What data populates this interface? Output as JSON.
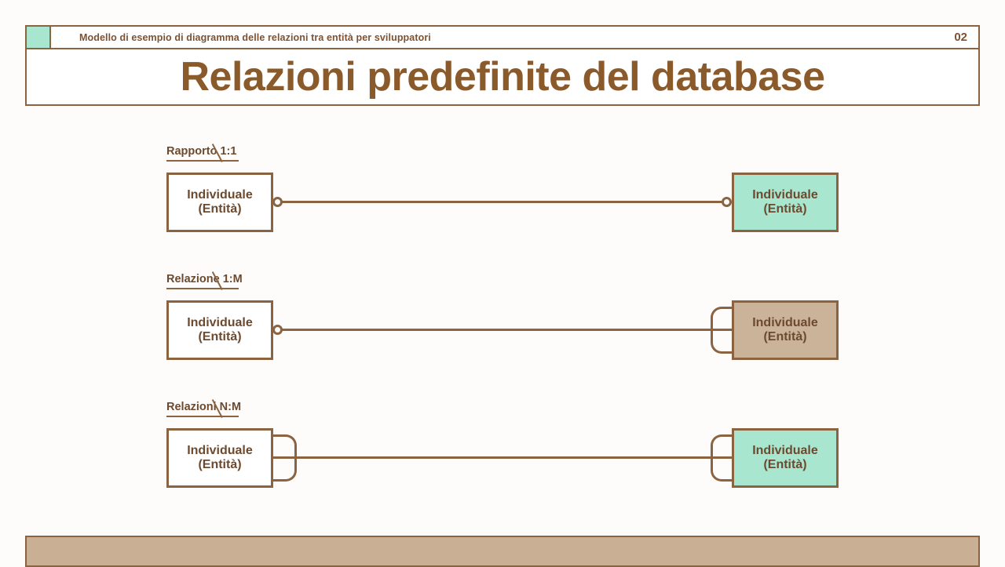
{
  "header": {
    "accent_color": "#a8e6cf",
    "title": "Modello di esempio di diagramma delle relazioni tra entità per sviluppatori",
    "page_number": "02"
  },
  "title_block": {
    "text": "Relazioni predefinite del database",
    "color": "#8b5a2b"
  },
  "diagram": {
    "rows": [
      {
        "label": "Rapporto 1:1",
        "left_entity": {
          "line1": "Individuale",
          "line2": "(Entità)",
          "fill": "#ffffff"
        },
        "right_entity": {
          "line1": "Individuale",
          "line2": "(Entità)",
          "fill": "#a8e6cf"
        },
        "left_connector": "circle",
        "right_connector": "circle"
      },
      {
        "label": "Relazione 1:M",
        "left_entity": {
          "line1": "Individuale",
          "line2": "(Entità)",
          "fill": "#ffffff"
        },
        "right_entity": {
          "line1": "Individuale",
          "line2": "(Entità)",
          "fill": "#cbb39a"
        },
        "left_connector": "circle",
        "right_connector": "crowfoot"
      },
      {
        "label": "Relazioni N:M",
        "left_entity": {
          "line1": "Individuale",
          "line2": "(Entità)",
          "fill": "#ffffff"
        },
        "right_entity": {
          "line1": "Individuale",
          "line2": "(Entità)",
          "fill": "#a8e6cf"
        },
        "left_connector": "crowfoot",
        "right_connector": "crowfoot"
      }
    ]
  },
  "footer": {
    "fill": "#c9b094"
  },
  "theme": {
    "brown": "#8b6340",
    "text_brown": "#6b4a2f",
    "mint": "#a8e6cf",
    "tan": "#cbb39a",
    "background": "#fdfcfb"
  }
}
